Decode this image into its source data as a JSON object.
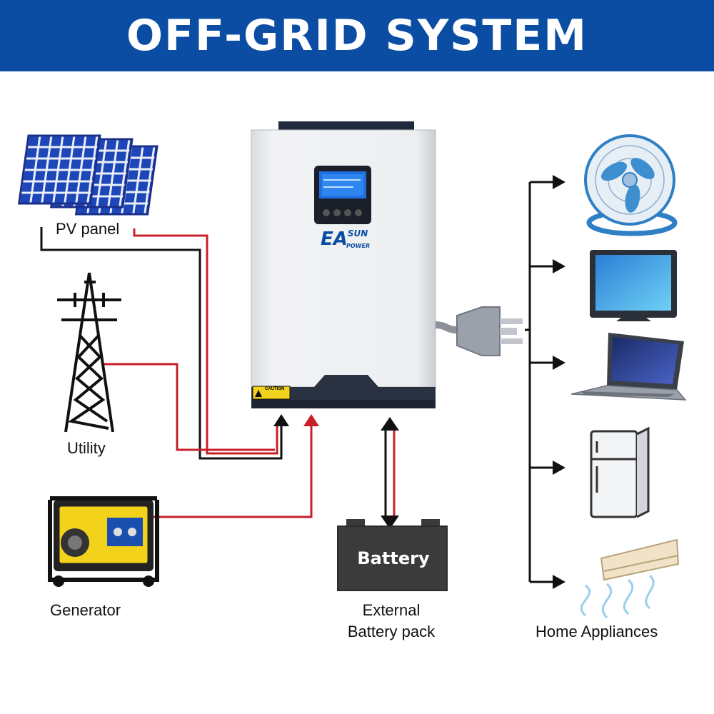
{
  "title": "OFF-GRID SYSTEM",
  "sources": [
    {
      "id": "pv",
      "label": "PV panel"
    },
    {
      "id": "utility",
      "label": "Utility"
    },
    {
      "id": "generator",
      "label": "Generator"
    }
  ],
  "inverter": {
    "brand_main": "EA",
    "brand_sub": "SUN",
    "brand_power": "POWER",
    "caution": "CAUTION"
  },
  "battery": {
    "label": "Battery",
    "caption_line1": "External",
    "caption_line2": "Battery pack"
  },
  "loads": {
    "caption": "Home Appliances",
    "items": [
      "fan-icon",
      "tv-icon",
      "laptop-icon",
      "fridge-icon",
      "air-conditioner-icon"
    ]
  },
  "colors": {
    "banner": "#0a4da3",
    "ac_wire": "#c8202a",
    "dc_wire": "#111111",
    "panel_cell": "#1d46b8"
  }
}
